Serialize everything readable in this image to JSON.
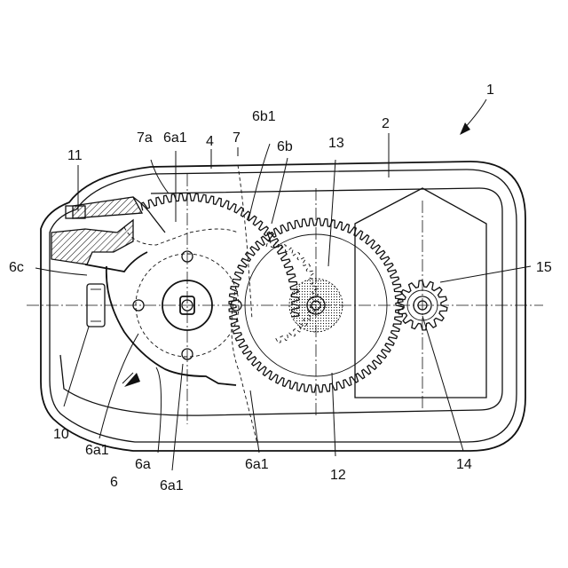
{
  "labels": {
    "l1": "1",
    "l2": "2",
    "l4": "4",
    "l6": "6",
    "l6a": "6a",
    "l6a1_top": "6a1",
    "l6a1_left": "6a1",
    "l6a1_bottom": "6a1",
    "l6a1_right": "6a1",
    "l6b": "6b",
    "l6b1": "6b1",
    "l6c": "6c",
    "l7": "7",
    "l7a": "7a",
    "l10": "10",
    "l11": "11",
    "l12": "12",
    "l13": "13",
    "l14": "14",
    "l15": "15"
  }
}
